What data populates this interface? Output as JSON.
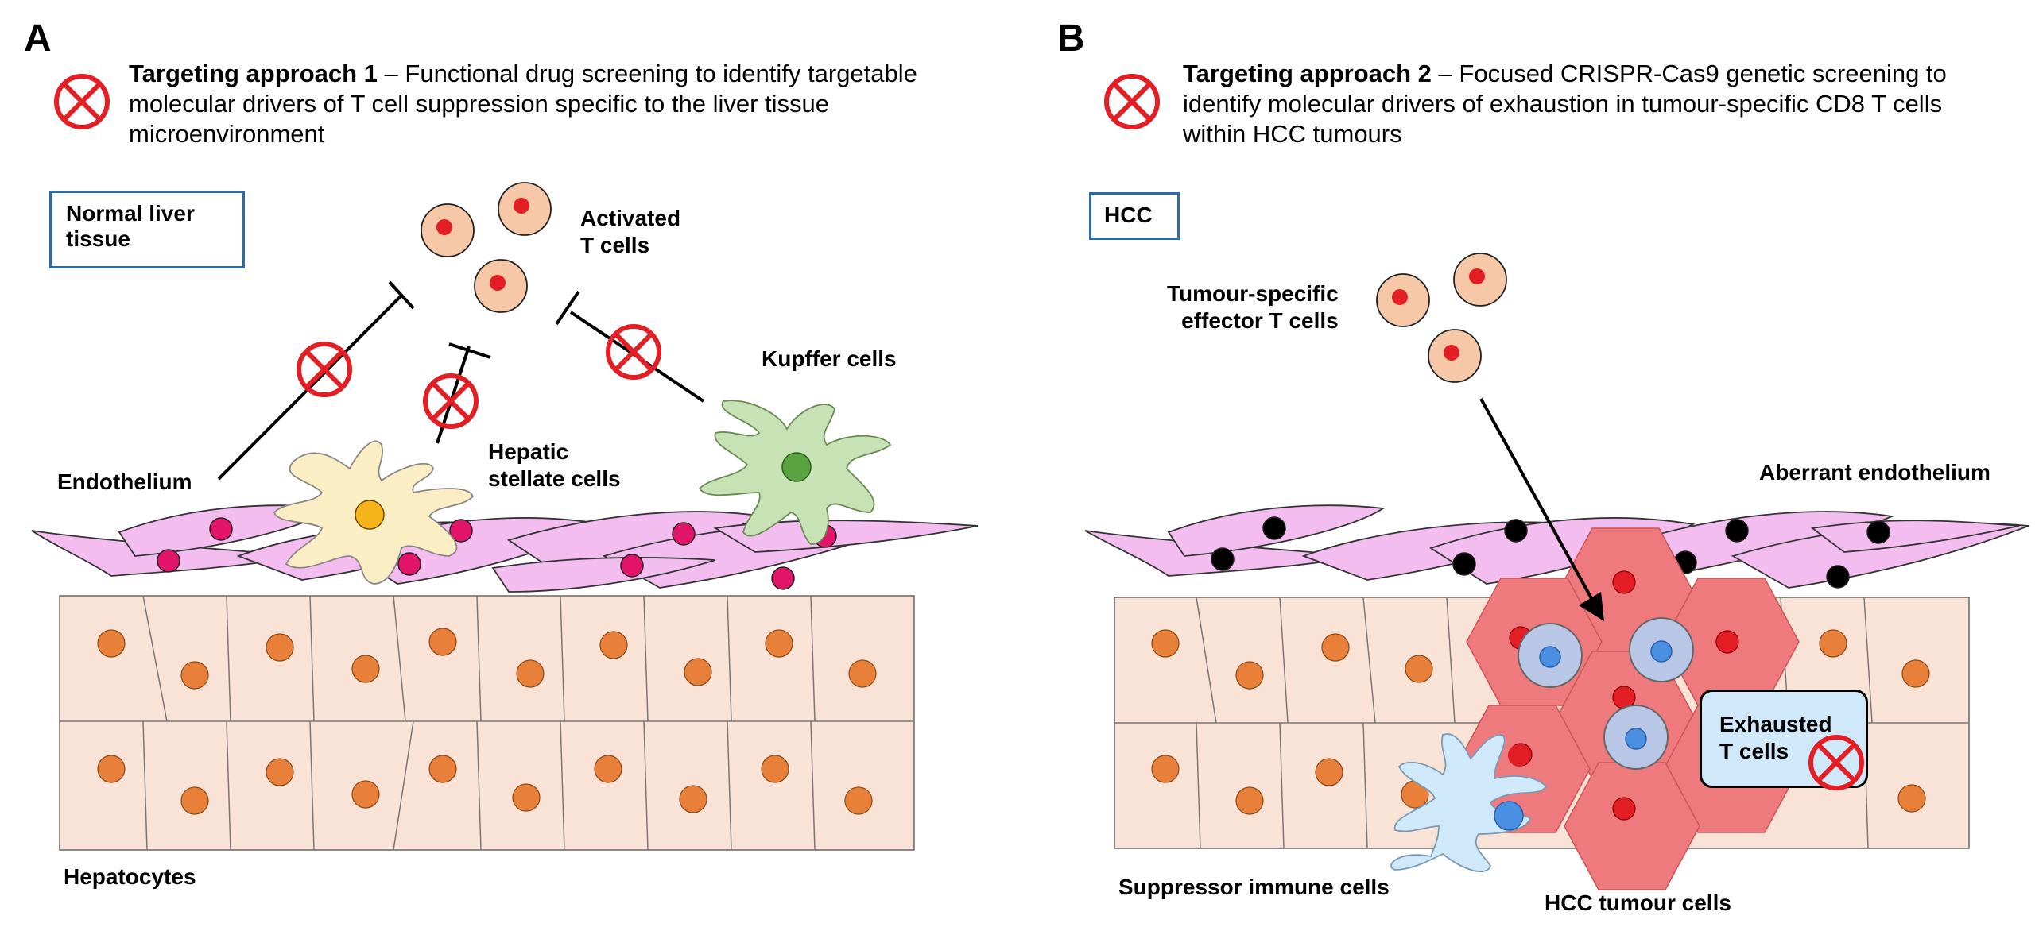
{
  "panelA": {
    "letter": "A",
    "approach_bold": "Targeting approach 1",
    "approach_text": " – Functional drug screening to identify targetable molecular drivers of T cell suppression specific to the liver tissue microenvironment",
    "box_label": "Normal liver tissue",
    "labels": {
      "activated_t_cells": "Activated\nT cells",
      "kupffer_cells": "Kupffer cells",
      "endothelium": "Endothelium",
      "hepatic_stellate": "Hepatic\nstellate cells",
      "hepatocytes": "Hepatocytes"
    }
  },
  "panelB": {
    "letter": "B",
    "approach_bold": "Targeting approach 2",
    "approach_text": " – Focused CRISPR-Cas9 genetic screening to identify molecular drivers of exhaustion in tumour-specific CD8 T cells within HCC tumours",
    "box_label": "HCC",
    "labels": {
      "effector_t_cells": "Tumour-specific\neffector T cells",
      "aberrant_endothelium": "Aberrant endothelium",
      "exhausted_t_cells": "Exhausted\nT cells",
      "suppressor_cells": "Suppressor immune cells",
      "hcc_tumour_cells": "HCC tumour cells"
    }
  },
  "colors": {
    "inhibit_red": "#e31e24",
    "hepatocyte_fill": "#f9e3d6",
    "hepatocyte_nucleus": "#e8803a",
    "tcell_fill": "#f7c8a8",
    "endothelium_fill": "#f3bdf0",
    "endo_nucleus_a": "#e3156b",
    "tumour_fill": "#ee7a7e",
    "kupffer_fill": "#c7e2b4",
    "stellate_fill": "#fbeec4",
    "suppressor_fill": "#cfe9fb",
    "exhausted_fill": "#b9c7e6",
    "box_border": "#2b6cb0"
  }
}
